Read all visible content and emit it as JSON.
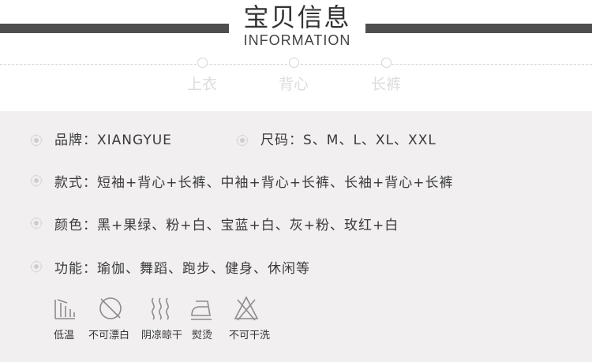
{
  "header": {
    "title_cn": "宝贝信息",
    "title_en": "INFORMATION"
  },
  "subtabs": [
    {
      "label": "上衣"
    },
    {
      "label": "背心"
    },
    {
      "label": "长裤"
    }
  ],
  "info": {
    "brand": "品牌：XIANGYUE",
    "size": "尺码：S、M、L、XL、XXL",
    "style": "款式：短袖+背心+长裤、中袖+背心+长裤、长袖+背心+长裤",
    "color": "颜色：黑+果绿、粉+白、宝蓝+白、灰+粉、玫红+白",
    "function": "功能：瑜伽、舞蹈、跑步、健身、休闲等"
  },
  "care": [
    {
      "icon": "low-temperature-wash-icon",
      "label": "低温"
    },
    {
      "icon": "no-bleach-icon",
      "label": "不可漂白"
    },
    {
      "icon": "shade-dry-icon",
      "label": "阴凉晾干"
    },
    {
      "icon": "iron-icon",
      "label": "熨烫"
    },
    {
      "icon": "no-dry-clean-icon",
      "label": "不可干洗"
    }
  ],
  "colors": {
    "bar": "#4e4e4e",
    "panel": "#f1efef",
    "text": "#3a3a3a",
    "muted": "#dcdcdc"
  }
}
